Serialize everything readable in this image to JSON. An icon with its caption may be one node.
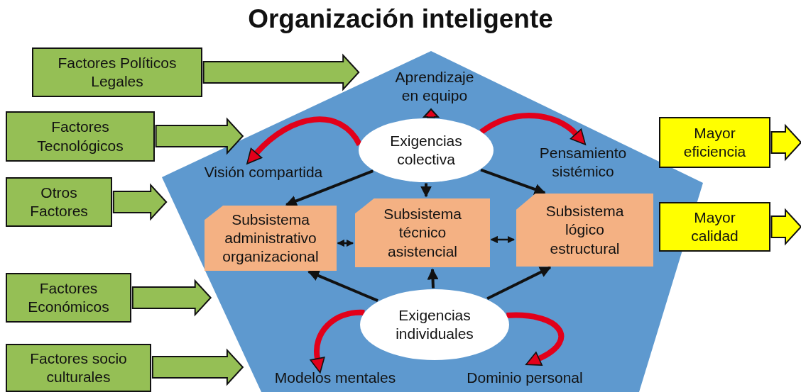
{
  "diagram": {
    "title": "Organización inteligente",
    "nodes": [
      {
        "text": [],
        "shape": "pentagon"
      },
      {
        "text": [
          "Factores Políticos Legales"
        ]
      },
      {
        "text": [
          "Factores Tecnológicos"
        ]
      },
      {
        "text": [
          "Otros Factores"
        ]
      },
      {
        "text": [
          "Factores Económicos"
        ]
      },
      {
        "text": [
          "Factores socio culturales"
        ]
      },
      {
        "text": [
          "Mayor eficiencia"
        ]
      },
      {
        "text": [
          "Mayor calidad"
        ]
      },
      {
        "text": [
          "Aprendizaje en equipo"
        ],
        "in": 0
      },
      {
        "text": [
          "Exigencias colectiva"
        ],
        "in": 0
      },
      {
        "text": [
          "Visión compartida"
        ],
        "in": 0
      },
      {
        "text": [
          "Pensamiento sistémico"
        ],
        "in": 0
      },
      {
        "text": [
          "Subsistema administrativo organizacional"
        ],
        "in": 0
      },
      {
        "text": [
          "Subsistema técnico asistencial"
        ],
        "in": 0
      },
      {
        "text": [
          "Subsistema lógico estructural"
        ],
        "in": 0
      },
      {
        "text": [
          "Exigencias individuales"
        ],
        "in": 0
      },
      {
        "text": [
          "Modelos mentales"
        ],
        "in": 0
      },
      {
        "text": [
          "Dominio personal"
        ],
        "in": 0
      }
    ],
    "edges": [
      {
        "from": 1,
        "to": 0,
        "arrow": "to",
        "style": "thick",
        "color": "#95bf55"
      },
      {
        "from": 2,
        "to": 0,
        "arrow": "to",
        "style": "thick",
        "color": "#95bf55"
      },
      {
        "from": 3,
        "to": 0,
        "arrow": "to",
        "style": "thick",
        "color": "#95bf55"
      },
      {
        "from": 4,
        "to": 0,
        "arrow": "to",
        "style": "thick",
        "color": "#95bf55"
      },
      {
        "from": 5,
        "to": 0,
        "arrow": "to",
        "style": "thick",
        "color": "#95bf55"
      },
      {
        "from": 6,
        "to": null,
        "arrow": "to",
        "style": "thick",
        "color": "#ffff00"
      },
      {
        "from": 7,
        "to": null,
        "arrow": "to",
        "style": "thick",
        "color": "#ffff00"
      },
      {
        "from": 9,
        "to": 8,
        "arrow": "to",
        "style": "thick",
        "color": "#e2001a"
      },
      {
        "from": 9,
        "to": 12,
        "arrow": "to"
      },
      {
        "from": 9,
        "to": 13,
        "arrow": "to"
      },
      {
        "from": 9,
        "to": 14,
        "arrow": "to"
      },
      {
        "from": 12,
        "to": 13,
        "arrow": "both"
      },
      {
        "from": 13,
        "to": 14,
        "arrow": "both"
      },
      {
        "from": 15,
        "to": 12,
        "arrow": "to"
      },
      {
        "from": 15,
        "to": 13,
        "arrow": "to"
      },
      {
        "from": 15,
        "to": 14,
        "arrow": "to"
      },
      {
        "from": 9,
        "to": 10,
        "arrow": "to",
        "style": "thick",
        "color": "#e2001a"
      },
      {
        "from": 9,
        "to": 11,
        "arrow": "to",
        "style": "thick",
        "color": "#e2001a"
      },
      {
        "from": 15,
        "to": 16,
        "arrow": "to",
        "style": "thick",
        "color": "#e2001a"
      },
      {
        "from": 15,
        "to": 17,
        "arrow": "to",
        "style": "thick",
        "color": "#e2001a"
      }
    ]
  }
}
